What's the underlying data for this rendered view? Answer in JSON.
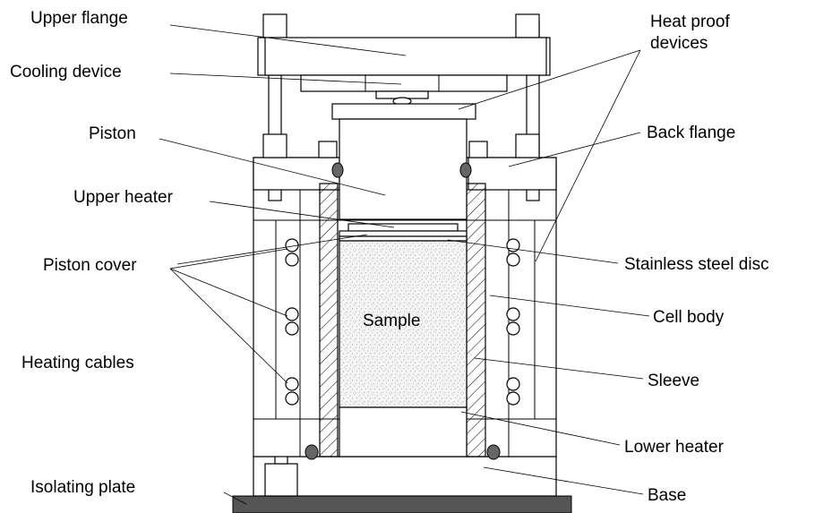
{
  "labels": {
    "upper_flange": "Upper flange",
    "cooling_device": "Cooling device",
    "piston": "Piston",
    "upper_heater": "Upper heater",
    "piston_cover": "Piston cover",
    "heating_cables": "Heating cables",
    "isolating_plate": "Isolating plate",
    "heat_proof_1": "Heat proof",
    "heat_proof_2": "devices",
    "back_flange": "Back flange",
    "stainless_steel_disc": "Stainless steel disc",
    "cell_body": "Cell body",
    "sleeve": "Sleeve",
    "lower_heater": "Lower heater",
    "base": "Base",
    "sample": "Sample"
  },
  "colors": {
    "line": "#000000",
    "seal": "#666666",
    "isolating_plate": "#555555",
    "sample_fill": "#f2f2f2",
    "sample_grain": "#8a8a8a"
  }
}
